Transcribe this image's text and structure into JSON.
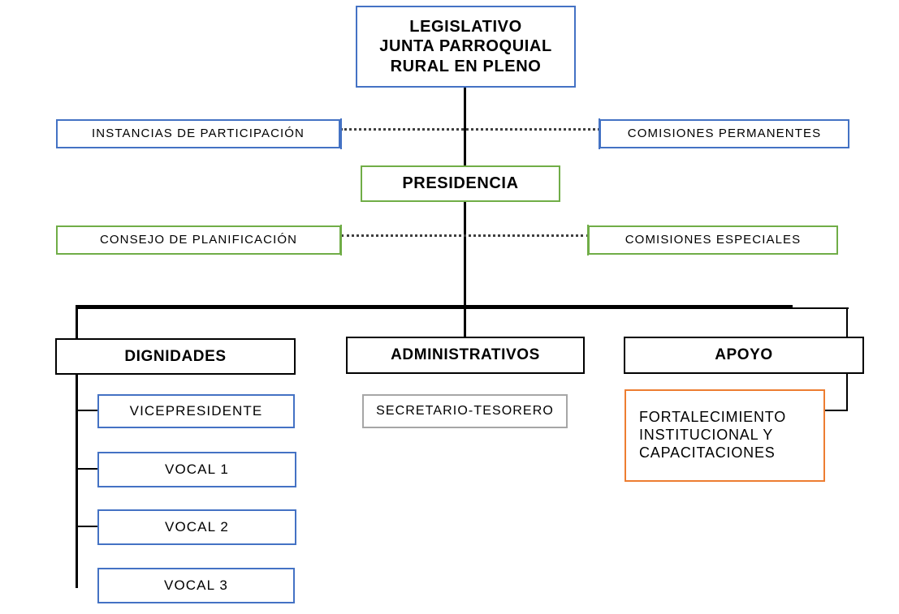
{
  "diagram": {
    "title": "Organigrama Junta Parroquial Rural",
    "colors": {
      "blue": "#4472C4",
      "green": "#70AD47",
      "black": "#000000",
      "gray": "#A6A6A6",
      "orange": "#ED7D31"
    },
    "nodes": {
      "legislativo": "LEGISLATIVO\nJUNTA PARROQUIAL\nRURAL EN PLENO",
      "instancias_participacion": "INSTANCIAS  DE  PARTICIPACIÓN",
      "comisiones_permanentes": "COMISIONES  PERMANENTES",
      "presidencia": "PRESIDENCIA",
      "consejo_planificacion": "CONSEJO  DE  PLANIFICACIÓN",
      "comisiones_especiales": "COMISIONES  ESPECIALES",
      "dignidades": "DIGNIDADES",
      "administrativos": "ADMINISTRATIVOS",
      "apoyo": "APOYO",
      "vicepresidente": "VICEPRESIDENTE",
      "vocal_1": "VOCAL 1",
      "vocal_2": "VOCAL 2",
      "vocal_3": "VOCAL 3",
      "secretario_tesorero": "SECRETARIO-TESORERO",
      "fortalecimiento": "FORTALECIMIENTO\nINSTITUCIONAL   Y\nCAPACITACIONES"
    }
  }
}
